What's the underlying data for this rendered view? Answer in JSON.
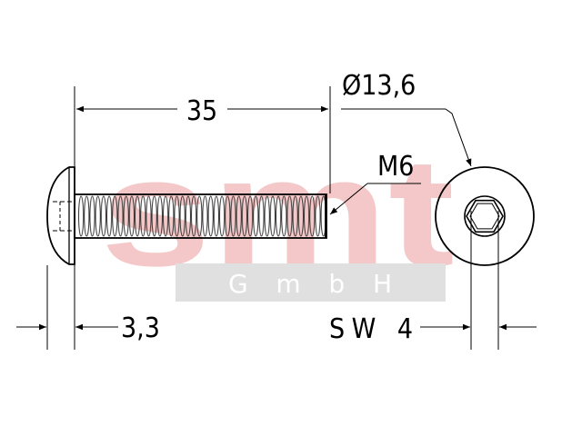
{
  "watermark": {
    "logo": "smt",
    "company": "G m b H",
    "logo_color": "#f4c8c8",
    "band_color": "#e0e0e0"
  },
  "dimensions": {
    "length": "35",
    "head_diameter": "Ø13,6",
    "thread": "M6",
    "head_height": "3,3",
    "socket_size": "SW 4"
  },
  "icons": {
    "head_socket": "hex-socket-icon"
  }
}
